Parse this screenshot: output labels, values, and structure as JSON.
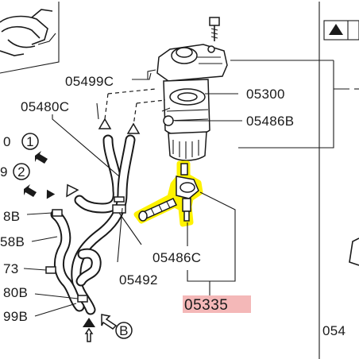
{
  "labels": {
    "p05499c": "05499C",
    "p05480c": "05480C",
    "p05300": "05300",
    "p05486b": "05486B",
    "p05486c": "05486C",
    "p05492": "05492",
    "p05335": "05335",
    "p054": "054",
    "ref_o": "0",
    "ref_9": "9",
    "ref_8b": "8B",
    "ref_58b": "58B",
    "ref_73": "73",
    "ref_80b": "80B",
    "ref_99b": "99B"
  },
  "callouts": {
    "one": "1",
    "two": "2",
    "b": "B"
  },
  "colors": {
    "highlight": "#fff200",
    "part_number_highlight": "#f4b8b8",
    "line": "#1a1a1a"
  },
  "icons": {
    "front_marker": "filled-triangle-icon",
    "flow_arrow": "double-arrow-icon",
    "connection_marker": "open-triangle-icon"
  }
}
